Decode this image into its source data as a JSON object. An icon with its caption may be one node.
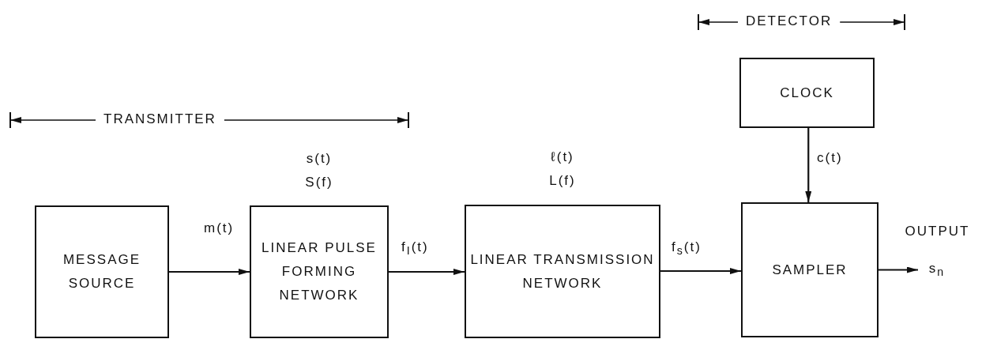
{
  "diagram": {
    "nodes": [
      {
        "text": [
          "MESSAGE SOURCE"
        ]
      },
      {
        "text": [
          "LINEAR PULSE FORMING NETWORK"
        ],
        "beside": [
          "s(t)",
          "S(f)"
        ]
      },
      {
        "text": [
          "LINEAR TRANSMISSION NETWORK"
        ],
        "beside": [
          "ℓ(t)",
          "L(f)"
        ]
      },
      {
        "text": [
          "CLOCK"
        ]
      },
      {
        "text": [
          "SAMPLER"
        ]
      },
      {
        "text": [
          "s$_{n}$"
        ],
        "beside": [
          "OUTPUT"
        ]
      }
    ],
    "edges": [
      {
        "from": 0,
        "to": 1,
        "arrow": "to",
        "label": "m(t)"
      },
      {
        "from": 1,
        "to": 2,
        "arrow": "to",
        "label": "f$_{I}$(t)"
      },
      {
        "from": 2,
        "to": 4,
        "arrow": "to",
        "label": "f$_{s}$(t)"
      },
      {
        "from": 3,
        "to": 4,
        "arrow": "to",
        "label": "c(t)"
      },
      {
        "from": 4,
        "to": 5,
        "arrow": "to"
      }
    ],
    "labels": [
      "TRANSMITTER",
      "DETECTOR"
    ]
  }
}
